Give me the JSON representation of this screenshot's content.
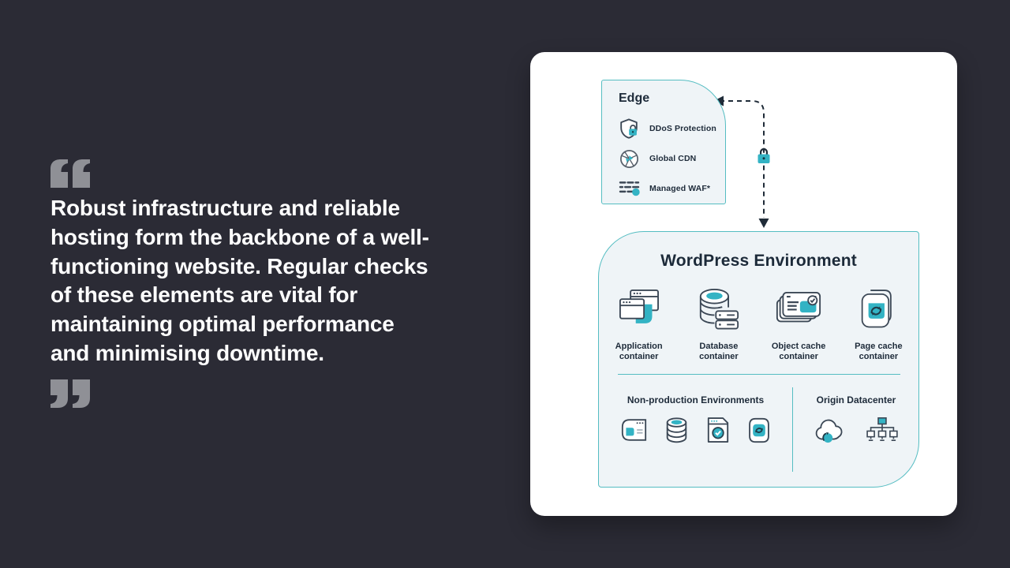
{
  "theme": {
    "background": "#2b2b35",
    "card_background": "#ffffff",
    "panel_background": "#eff4f7",
    "teal_border": "#55bdc2",
    "teal_fill": "#33b3c4",
    "icon_stroke": "#3c4856",
    "ink": "#1e2b3a",
    "quote_text_color": "#ffffff",
    "quote_mark_color": "#8f9096",
    "connector_color": "#1f2b38"
  },
  "quote": {
    "open_mark_icon": "quote-open-icon",
    "close_mark_icon": "quote-close-icon",
    "lines": [
      "Robust infrastructure and reliable",
      "hosting form the backbone of a well-",
      "functioning website. Regular checks",
      "of these elements are vital for",
      "maintaining optimal performance",
      "and minimising downtime."
    ]
  },
  "diagram": {
    "edge": {
      "title": "Edge",
      "items": [
        {
          "icon": "shield-lock-icon",
          "label": "DDoS Protection"
        },
        {
          "icon": "globe-cdn-icon",
          "label": "Global CDN"
        },
        {
          "icon": "waf-rules-icon",
          "label": "Managed WAF*"
        }
      ]
    },
    "connector": {
      "icon": "padlock-icon",
      "style": "dashed-arrow-both-ends"
    },
    "wordpress": {
      "title": "WordPress Environment",
      "containers": [
        {
          "icon": "application-windows-icon",
          "label": "Application container"
        },
        {
          "icon": "database-server-icon",
          "label": "Database container"
        },
        {
          "icon": "object-cache-cards-icon",
          "label": "Object cache container"
        },
        {
          "icon": "page-cache-refresh-icon",
          "label": "Page cache container"
        }
      ],
      "non_production": {
        "title": "Non-production Environments",
        "icons": [
          "window-panel-icon",
          "database-small-icon",
          "window-check-icon",
          "page-refresh-small-icon"
        ]
      },
      "origin": {
        "title": "Origin Datacenter",
        "icons": [
          "cloud-sync-icon",
          "network-tree-icon"
        ]
      }
    }
  }
}
